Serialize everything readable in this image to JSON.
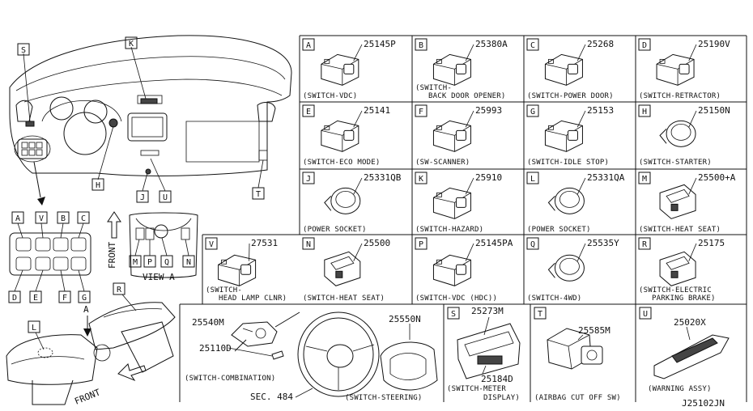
{
  "diagram": {
    "code": "J25102JN",
    "view_a_label": "VIEW A",
    "front_label": "FRONT",
    "arrow_a_label": "A",
    "sec_label": "SEC. 484",
    "locator_letters": [
      "S",
      "K",
      "H",
      "J",
      "U",
      "T",
      "A",
      "V",
      "B",
      "C",
      "D",
      "E",
      "F",
      "G",
      "M",
      "P",
      "Q",
      "N",
      "R",
      "L"
    ]
  },
  "cells": [
    {
      "key": "A",
      "part": "25145P",
      "caption": [
        "(SWITCH-VDC)"
      ]
    },
    {
      "key": "B",
      "part": "25380A",
      "caption": [
        "(SWITCH-",
        "BACK DOOR OPENER)"
      ]
    },
    {
      "key": "C",
      "part": "25268",
      "caption": [
        "(SWITCH-POWER DOOR)"
      ]
    },
    {
      "key": "D",
      "part": "25190V",
      "caption": [
        "(SWITCH-RETRACTOR)"
      ]
    },
    {
      "key": "E",
      "part": "25141",
      "caption": [
        "(SWITCH-ECO MODE)"
      ]
    },
    {
      "key": "F",
      "part": "25993",
      "caption": [
        "(SW-SCANNER)"
      ]
    },
    {
      "key": "G",
      "part": "25153",
      "caption": [
        "(SWITCH-IDLE STOP)"
      ]
    },
    {
      "key": "H",
      "part": "25150N",
      "caption": [
        "(SWITCH-STARTER)"
      ]
    },
    {
      "key": "J",
      "part": "25331QB",
      "caption": [
        "(POWER SOCKET)"
      ]
    },
    {
      "key": "K",
      "part": "25910",
      "caption": [
        "(SWITCH-HAZARD)"
      ]
    },
    {
      "key": "L",
      "part": "25331QA",
      "caption": [
        "(POWER SOCKET)"
      ]
    },
    {
      "key": "M",
      "part": "25500+A",
      "caption": [
        "(SWITCH-HEAT SEAT)"
      ]
    },
    {
      "key": "V",
      "part": "27531",
      "caption": [
        "(SWITCH-",
        "HEAD LAMP CLNR)"
      ]
    },
    {
      "key": "N",
      "part": "25500",
      "caption": [
        "(SWITCH-HEAT SEAT)"
      ]
    },
    {
      "key": "P",
      "part": "25145PA",
      "caption": [
        "(SWITCH-VDC (HDC))"
      ]
    },
    {
      "key": "Q",
      "part": "25535Y",
      "caption": [
        "(SWITCH-4WD)"
      ]
    },
    {
      "key": "R",
      "part": "25175",
      "caption": [
        "(SWITCH-ELECTRIC",
        "PARKING BRAKE)"
      ]
    }
  ],
  "bottom": {
    "combination": {
      "part1": "25540M",
      "part2": "25110D",
      "caption": "(SWITCH-COMBINATION)"
    },
    "steering": {
      "part": "25550N",
      "caption": "(SWITCH-STEERING)"
    },
    "S": {
      "key": "S",
      "part1": "25273M",
      "part2": "25184D",
      "caption": [
        "(SWITCH-METER",
        "DISPLAY)"
      ]
    },
    "T": {
      "key": "T",
      "part": "25585M",
      "caption": "(AIRBAG CUT OFF SW)"
    },
    "U": {
      "key": "U",
      "part": "25020X",
      "caption": "(WARNING ASSY)"
    }
  }
}
